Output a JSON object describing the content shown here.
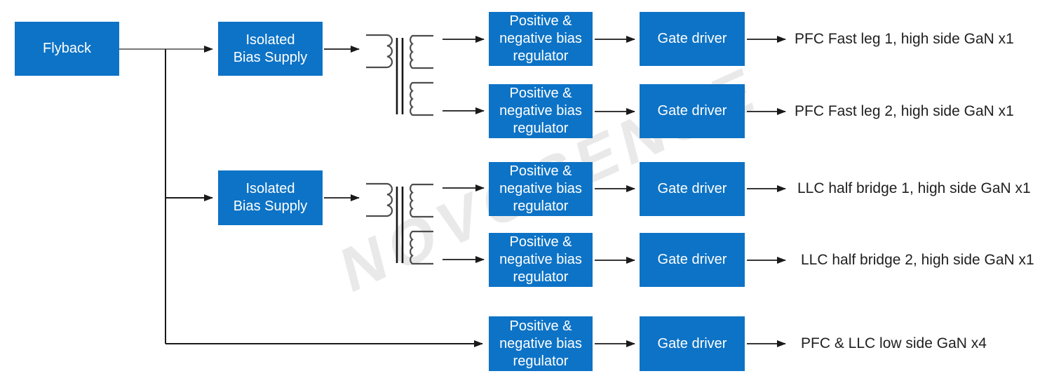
{
  "diagram": {
    "watermark": "NOVOSENSE",
    "source_label": "Flyback",
    "bias_supplies": [
      {
        "label": "Isolated\nBias Supply"
      },
      {
        "label": "Isolated\nBias Supply"
      }
    ],
    "rows": [
      {
        "regulator": "Positive &\nnegative bias\nregulator",
        "gate_driver": "Gate driver",
        "output": "PFC Fast leg 1, high side GaN x1"
      },
      {
        "regulator": "Positive &\nnegative bias\nregulator",
        "gate_driver": "Gate driver",
        "output": "PFC Fast leg 2, high side GaN x1"
      },
      {
        "regulator": "Positive &\nnegative bias\nregulator",
        "gate_driver": "Gate driver",
        "output": "LLC half bridge 1, high side GaN x1"
      },
      {
        "regulator": "Positive &\nnegative bias\nregulator",
        "gate_driver": "Gate driver",
        "output": "LLC half bridge 2, high side GaN x1"
      },
      {
        "regulator": "Positive &\nnegative bias\nregulator",
        "gate_driver": "Gate driver",
        "output": "PFC & LLC low side GaN x4"
      }
    ],
    "icons": {
      "transformer_1": "isolation-transformer-icon",
      "transformer_2": "isolation-transformer-icon"
    },
    "colors": {
      "box_fill": "#0d73c6",
      "box_text": "#ffffff",
      "connector": "#1a1a1a",
      "output_text": "#1f1f1f",
      "watermark": "#e9e9e9",
      "background": "#ffffff"
    }
  }
}
